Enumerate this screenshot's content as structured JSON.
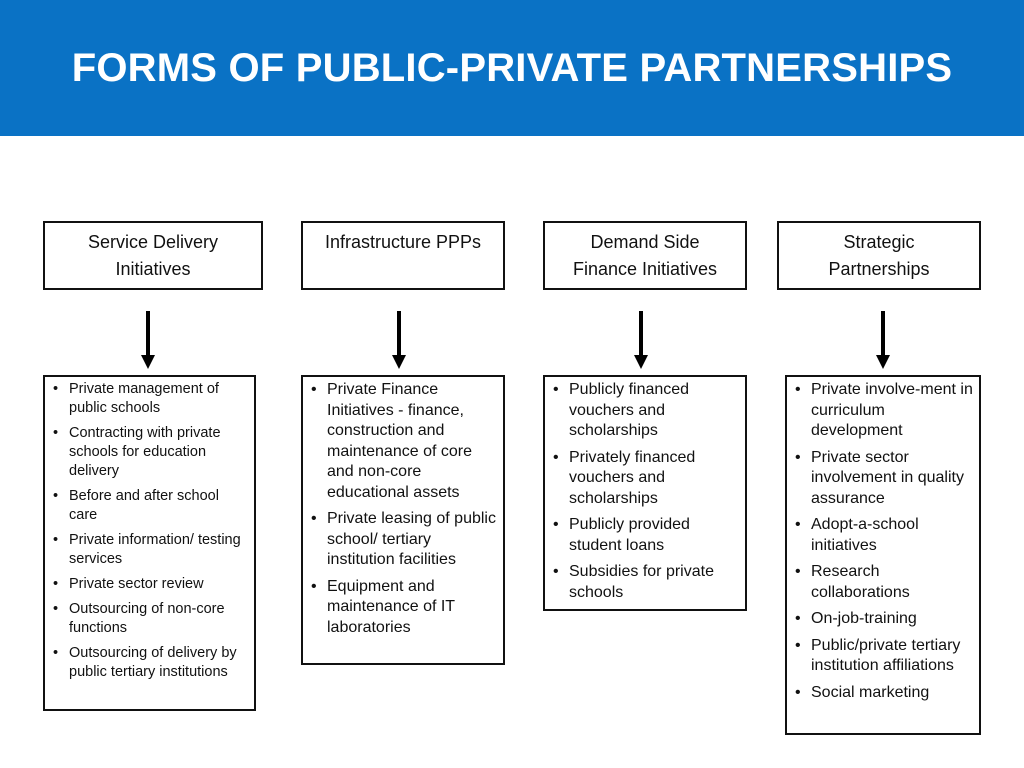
{
  "title": "FORMS OF PUBLIC-PRIVATE PARTNERSHIPS",
  "colors": {
    "header_bg": "#0a72c5",
    "header_text": "#ffffff"
  },
  "columns": [
    {
      "heading_lines": [
        "Service Delivery",
        "Initiatives"
      ],
      "items": [
        "Private management of public schools",
        "Contracting with private schools for education delivery",
        "Before and after school care",
        "Private information/ testing services",
        "Private sector review",
        "Outsourcing of non-core functions",
        "Outsourcing of delivery by public tertiary institutions"
      ]
    },
    {
      "heading_lines": [
        "Infrastructure PPPs"
      ],
      "items": [
        "Private Finance Initiatives - finance, construction and maintenance of core and non-core educational assets",
        "Private leasing of public school/ tertiary institution facilities",
        "Equipment and maintenance of IT laboratories"
      ]
    },
    {
      "heading_lines": [
        "Demand Side",
        "Finance Initiatives"
      ],
      "items": [
        "Publicly financed vouchers and scholarships",
        "Privately financed vouchers and scholarships",
        "Publicly provided student loans",
        "Subsidies for private schools"
      ]
    },
    {
      "heading_lines": [
        "Strategic",
        "Partnerships"
      ],
      "items": [
        "Private involve-ment in curriculum development",
        "Private sector involvement in quality assurance",
        "Adopt-a-school initiatives",
        "Research collaborations",
        "On-job-training",
        "Public/private tertiary institution affiliations",
        "Social marketing"
      ]
    }
  ]
}
